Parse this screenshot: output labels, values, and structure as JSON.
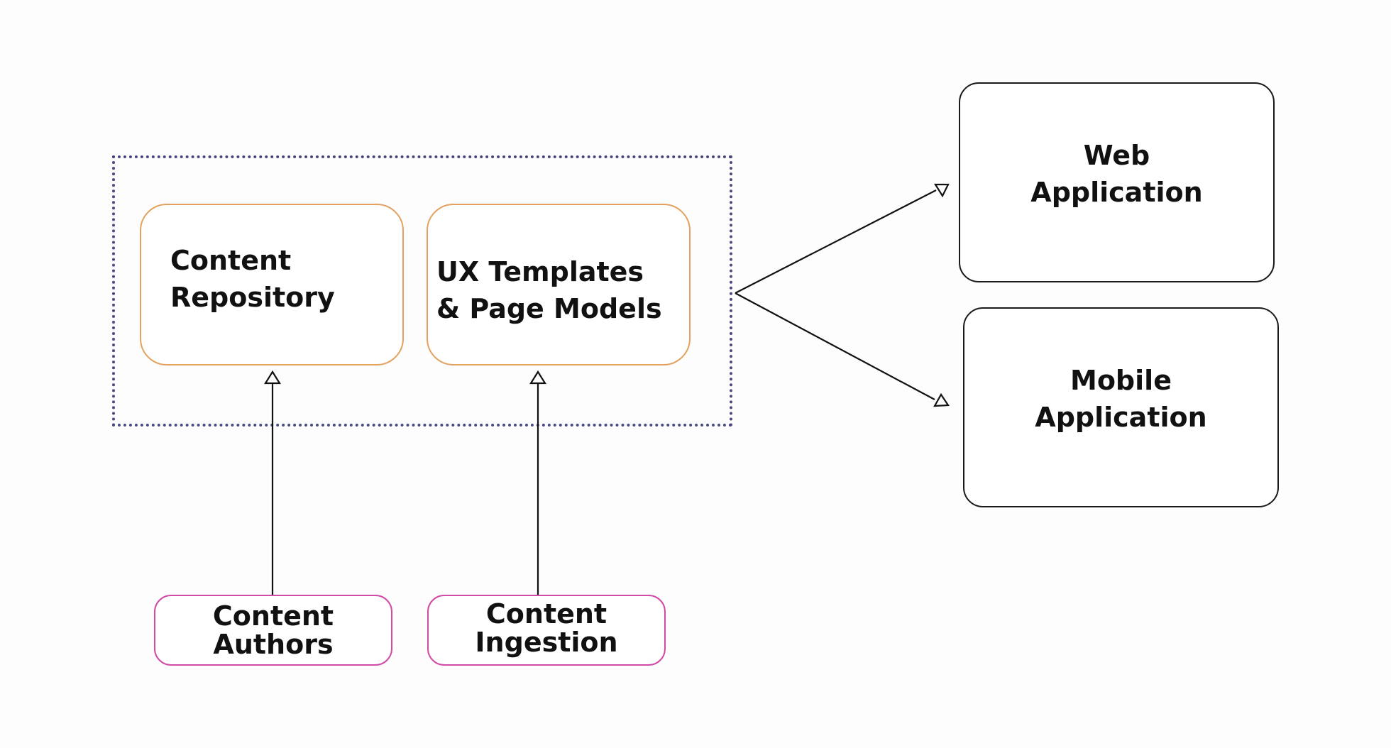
{
  "diagram": {
    "group": {
      "border_color": "#4a4a82",
      "border_style": "dotted"
    },
    "nodes": {
      "content_repository": {
        "lines": [
          "Content",
          "Repository"
        ],
        "border_color": "#e2a15f"
      },
      "ux_templates": {
        "lines": [
          "UX Templates",
          "& Page Models"
        ],
        "border_color": "#e2a15f"
      },
      "content_authors": {
        "lines": [
          "Content",
          "Authors"
        ],
        "border_color": "#d04aa6"
      },
      "content_ingestion": {
        "lines": [
          "Content",
          "Ingestion"
        ],
        "border_color": "#d04aa6"
      },
      "web_application": {
        "lines": [
          "Web",
          "Application"
        ],
        "border_color": "#1a1a1a"
      },
      "mobile_application": {
        "lines": [
          "Mobile",
          "Application"
        ],
        "border_color": "#1a1a1a"
      }
    },
    "edges": [
      {
        "from": "content_authors",
        "to": "content_repository",
        "arrowhead": "hollow-triangle"
      },
      {
        "from": "content_ingestion",
        "to": "ux_templates",
        "arrowhead": "hollow-triangle"
      },
      {
        "from": "group",
        "to": "web_application",
        "arrowhead": "hollow-triangle"
      },
      {
        "from": "group",
        "to": "mobile_application",
        "arrowhead": "hollow-triangle"
      }
    ]
  }
}
